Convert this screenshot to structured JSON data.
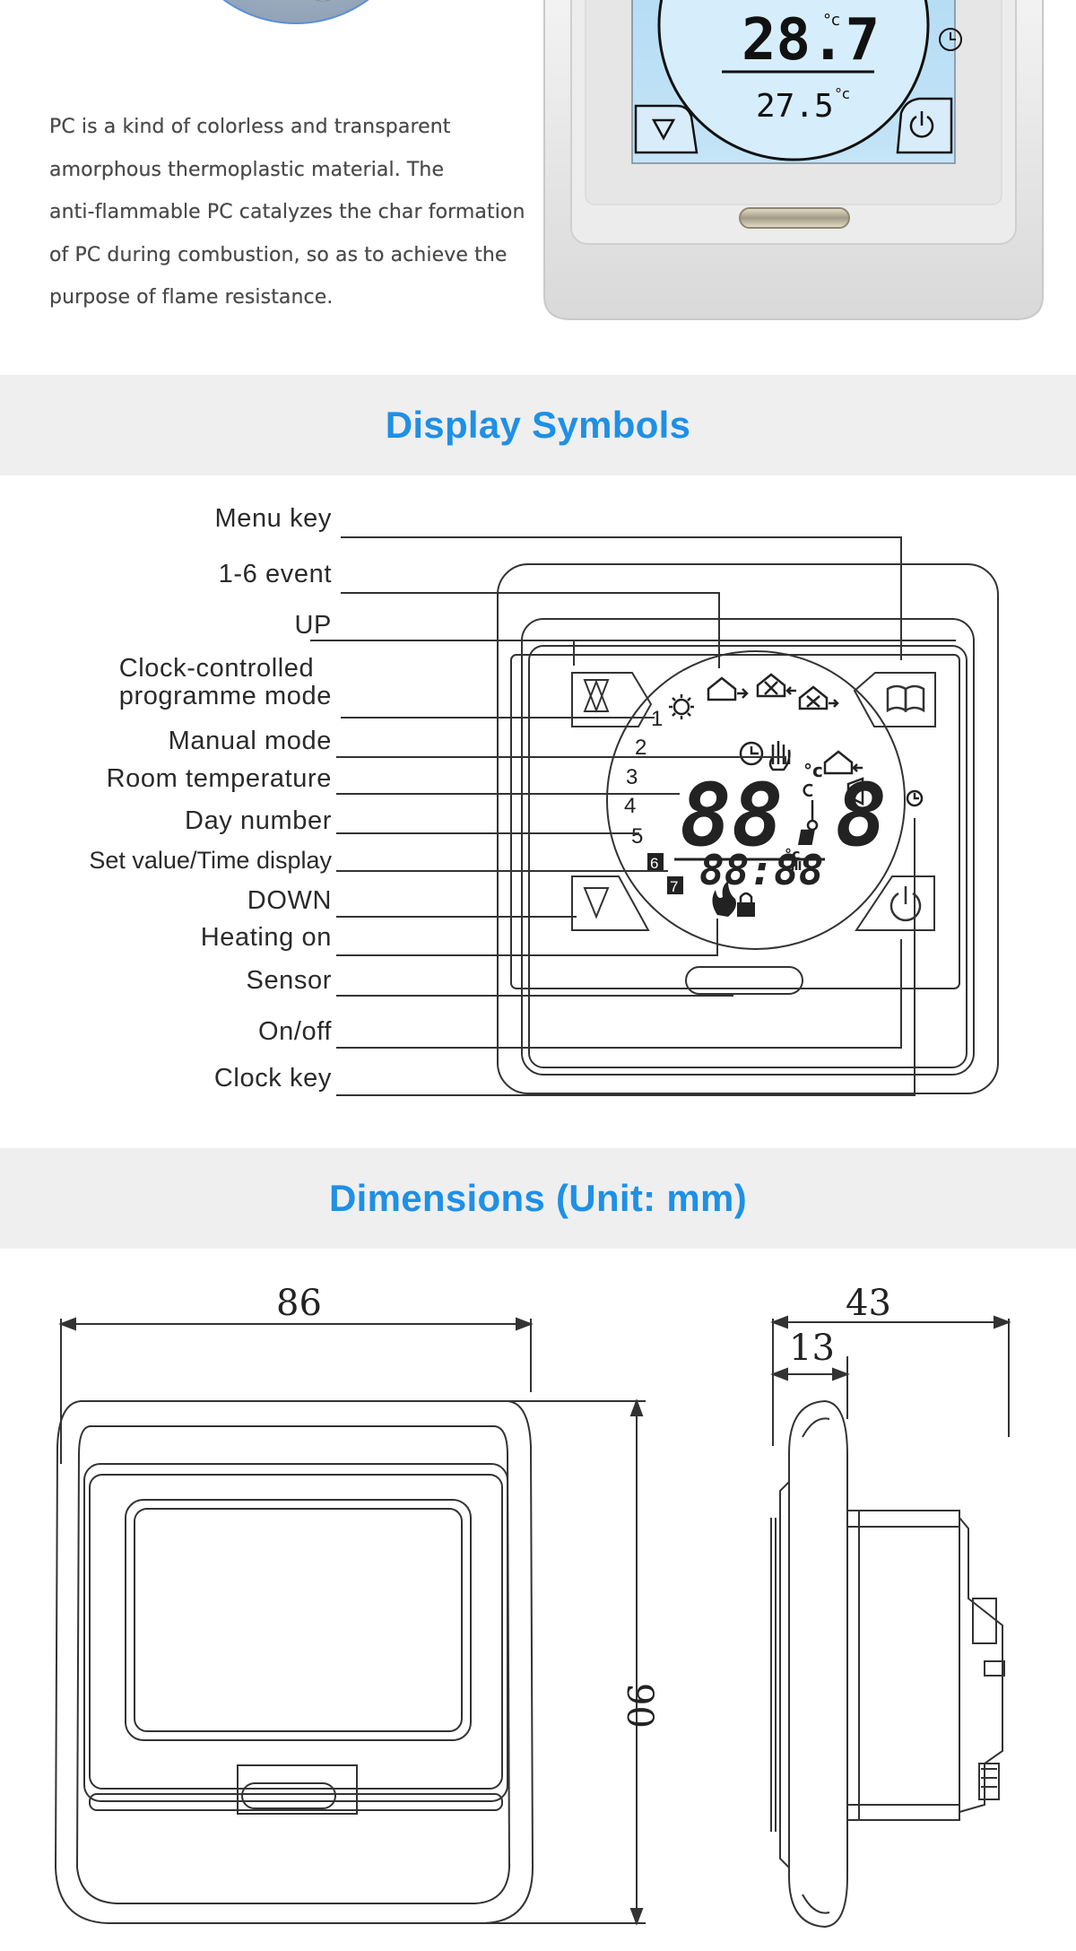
{
  "material": {
    "paragraph": "PC is a kind of colorless and transparent\namorphous thermoplastic material. The\nanti-flammable PC catalyzes the char formation\nof PC during combustion, so as to achieve the\npurpose of flame resistance."
  },
  "photo_display": {
    "room_temp": "28.7",
    "set_temp": "27.5",
    "unit": "°c"
  },
  "display_symbols": {
    "title": "Display Symbols",
    "labels": {
      "menu_key": "Menu key",
      "event": "1-6 event",
      "up": "UP",
      "clock_mode_line1": "Clock-controlled",
      "clock_mode_line2": "programme mode",
      "manual_mode": "Manual mode",
      "room_temperature": "Room temperature",
      "day_number": "Day number",
      "set_value": "Set value/Time display",
      "down": "DOWN",
      "heating_on": "Heating on",
      "sensor": "Sensor",
      "on_off": "On/off",
      "clock_key": "Clock key"
    },
    "lcd": {
      "main_digits": "88.8",
      "time_digits": "88:88",
      "unit": "°c",
      "day_numbers": [
        "1",
        "2",
        "3",
        "4",
        "5",
        "6",
        "7"
      ]
    }
  },
  "dimensions": {
    "title": "Dimensions (Unit: mm)",
    "width": "86",
    "height": "90",
    "depth": "43",
    "front_depth": "13"
  }
}
